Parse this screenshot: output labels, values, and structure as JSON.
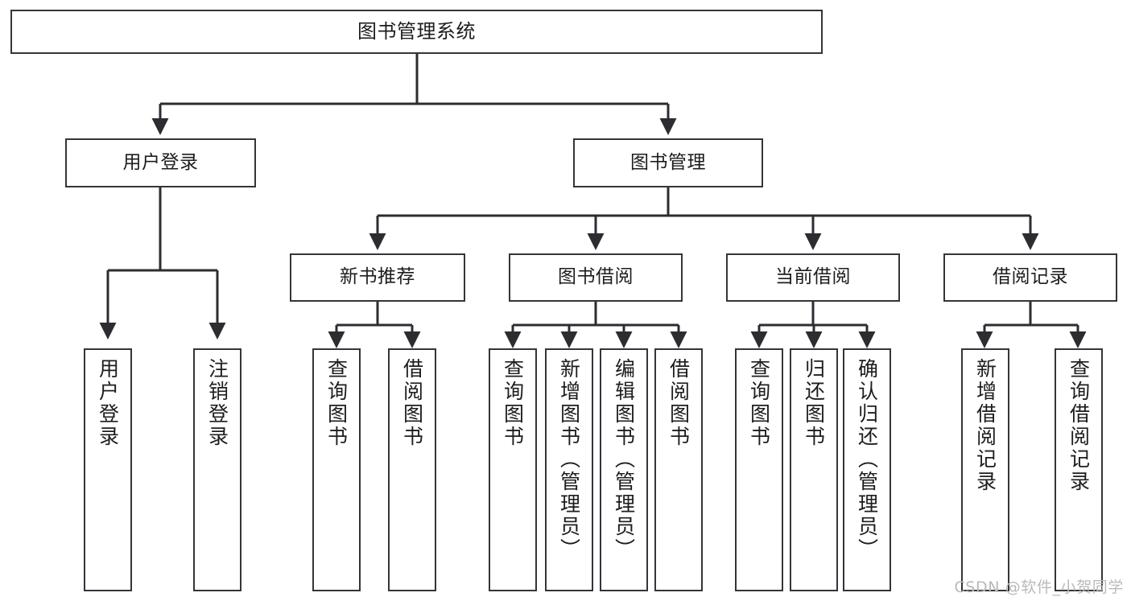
{
  "diagram": {
    "title": "图书管理系统",
    "type": "tree-hierarchy",
    "orientation": "top-down",
    "colors": {
      "background": "#ffffff",
      "box_stroke": "#33353a",
      "box_fill": "#ffffff",
      "connector": "#2b2d31",
      "text": "#1d1d1f",
      "watermark": "#b9b9bb"
    },
    "watermark": "CSDN @软件_小贺同学",
    "nodes": {
      "root": {
        "label": "图书管理系统"
      },
      "level2": [
        {
          "label": "用户登录"
        },
        {
          "label": "图书管理"
        }
      ],
      "level3": [
        {
          "label": "新书推荐"
        },
        {
          "label": "图书借阅"
        },
        {
          "label": "当前借阅"
        },
        {
          "label": "借阅记录"
        }
      ],
      "leaves": {
        "user_login": [
          {
            "label": "用户登录"
          },
          {
            "label": "注销登录"
          }
        ],
        "new_book_recommend": [
          {
            "label": "查询图书"
          },
          {
            "label": "借阅图书"
          }
        ],
        "book_borrow": [
          {
            "label": "查询图书"
          },
          {
            "label": "新增图书（管理员）"
          },
          {
            "label": "编辑图书（管理员）"
          },
          {
            "label": "借阅图书"
          }
        ],
        "current_borrow": [
          {
            "label": "查询图书"
          },
          {
            "label": "归还图书"
          },
          {
            "label": "确认归还（管理员）"
          }
        ],
        "borrow_record": [
          {
            "label": "新增借阅记录"
          },
          {
            "label": "查询借阅记录"
          }
        ]
      }
    }
  }
}
